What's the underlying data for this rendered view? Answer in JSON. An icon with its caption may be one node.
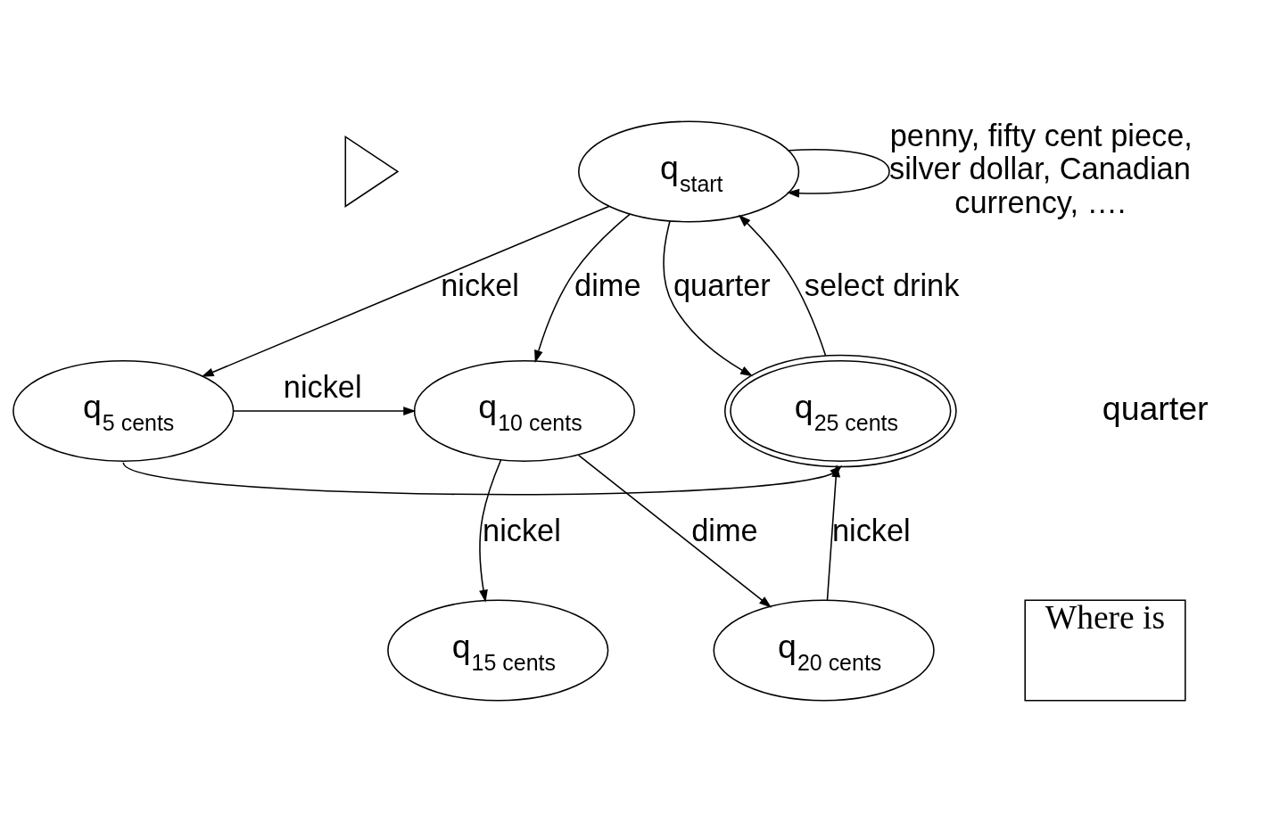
{
  "diagram": {
    "nodes": [
      {
        "text": [],
        "shape": "triangle"
      },
      {
        "text": [
          "q$_{start}$"
        ]
      },
      {
        "text": [
          "q$_{5 cents}$"
        ]
      },
      {
        "text": [
          "q$_{10 cents}$"
        ]
      },
      {
        "text": [
          "q$_{25 cents}$"
        ]
      },
      {
        "text": [
          "Where is"
        ]
      },
      {
        "text": [
          "q$_{15 cents}$"
        ]
      },
      {
        "text": [
          "q$_{20 cents}$"
        ]
      }
    ],
    "edges": [
      {
        "from": 1,
        "to": 1,
        "arrow": "to",
        "label": "penny, fifty cent piece, silver dollar, Canadian currency, …."
      },
      {
        "from": 1,
        "to": 2,
        "arrow": "to",
        "label": "nickel"
      },
      {
        "from": 1,
        "to": 3,
        "arrow": "to",
        "label": "dime"
      },
      {
        "from": 1,
        "to": 4,
        "arrow": "to",
        "label": "quarter"
      },
      {
        "from": 4,
        "to": 1,
        "arrow": "to",
        "label": "select drink"
      },
      {
        "from": 2,
        "to": 3,
        "arrow": "to",
        "label": "nickel"
      },
      {
        "from": 2,
        "to": 4,
        "arrow": "to"
      },
      {
        "from": 3,
        "to": 6,
        "arrow": "to",
        "label": "nickel"
      },
      {
        "from": 3,
        "to": 7,
        "arrow": "to",
        "label": "dime"
      },
      {
        "from": 7,
        "to": 4,
        "arrow": "to",
        "label": "nickel"
      }
    ],
    "labels": [
      "quarter"
    ]
  }
}
